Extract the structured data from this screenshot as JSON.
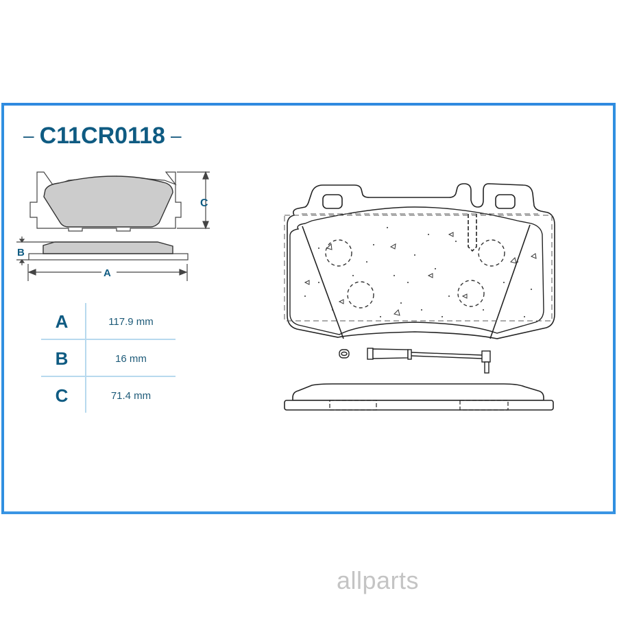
{
  "product": {
    "part_number": "C11CR0118",
    "title_dash_left": "–",
    "title_dash_right": "–"
  },
  "schematic": {
    "label_a": "A",
    "label_b": "B",
    "label_c": "C"
  },
  "specs": {
    "rows": [
      {
        "key": "A",
        "value": "117.9 mm"
      },
      {
        "key": "B",
        "value": "16 mm"
      },
      {
        "key": "C",
        "value": "71.4 mm"
      }
    ]
  },
  "colors": {
    "frame_border": "#2f8fe0",
    "title_text": "#0f5b82",
    "table_lines": "#b7d9ee",
    "pad_fill": "#cccccc",
    "brand_text": "#c4c4c4"
  },
  "footer": {
    "brand": "allparts"
  }
}
